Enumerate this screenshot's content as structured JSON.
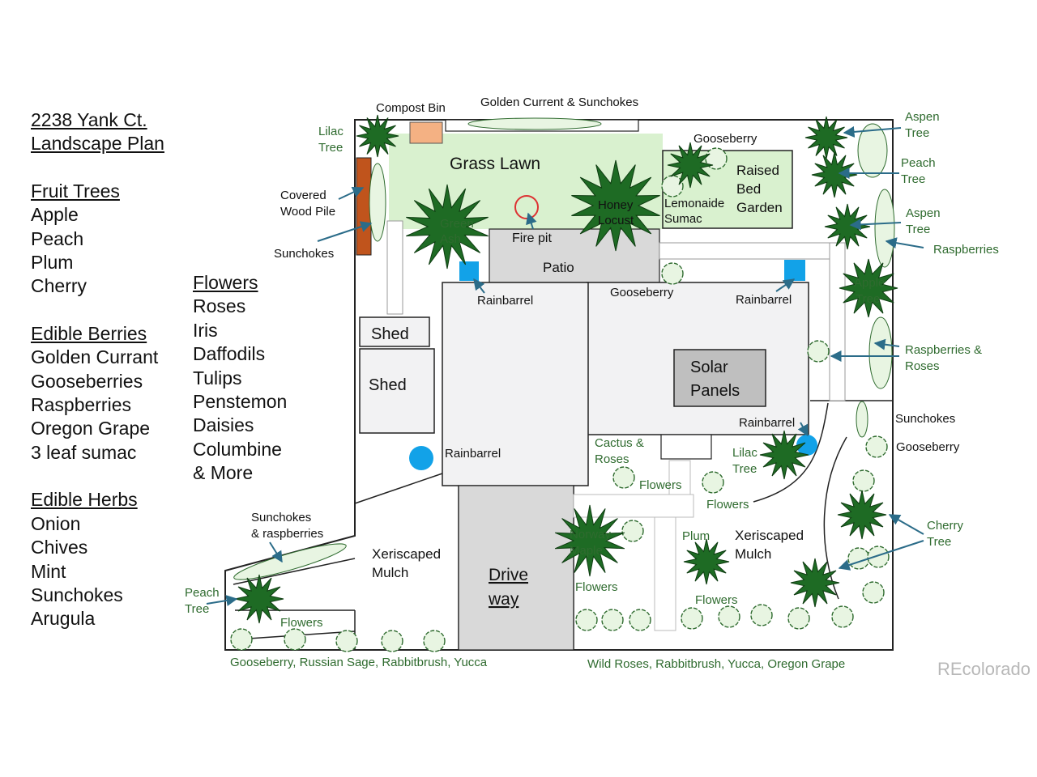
{
  "legend": {
    "title_line1": "2238 Yank Ct.",
    "title_line2": "Landscape Plan",
    "fruit_trees": {
      "heading": "Fruit Trees",
      "items": [
        "Apple",
        "Peach",
        "Plum",
        "Cherry"
      ]
    },
    "edible_berries": {
      "heading": "Edible Berries",
      "items": [
        "Golden Currant",
        "Gooseberries",
        "Raspberries",
        "Oregon Grape",
        "3 leaf sumac"
      ]
    },
    "edible_herbs": {
      "heading": "Edible Herbs",
      "items": [
        "Onion",
        "Chives",
        "Mint",
        "Sunchokes",
        "Arugula"
      ]
    },
    "flowers": {
      "heading": "Flowers",
      "items": [
        "Roses",
        "Iris",
        "Daffodils",
        "Tulips",
        "Penstemon",
        "Daisies",
        "Columbine",
        "& More"
      ]
    }
  },
  "map": {
    "compost_bin": "Compost Bin",
    "golden_current": "Golden Current & Sunchokes",
    "lilac_tree_nw": [
      "Lilac",
      "Tree"
    ],
    "covered_wood_pile": [
      "Covered",
      "Wood Pile"
    ],
    "sunchokes_west": "Sunchokes",
    "grass_lawn": "Grass Lawn",
    "green_ash": [
      "Green",
      "Ash"
    ],
    "fire_pit": "Fire pit",
    "honey_locust": [
      "Honey",
      "Locust"
    ],
    "gooseberry_top": "Gooseberry",
    "lemonaide_sumac": [
      "Lemonaide",
      "Sumac"
    ],
    "raised_bed": [
      "Raised",
      "Bed",
      "Garden"
    ],
    "patio": "Patio",
    "rainbarrel": "Rainbarrel",
    "gooseberry_house": "Gooseberry",
    "shed_small": "Shed",
    "shed_large": "Shed",
    "solar_panels": [
      "Solar",
      "Panels"
    ],
    "cactus_roses": [
      "Cactus &",
      "Roses"
    ],
    "lilac_tree_e": [
      "Lilac",
      "Tree"
    ],
    "flowers": "Flowers",
    "aspen_tree": [
      "Aspen",
      "Tree"
    ],
    "peach_tree_ne": [
      "Peach",
      "Tree"
    ],
    "raspberries": "Raspberries",
    "apple_tree": [
      "Apple",
      "Tree"
    ],
    "raspberries_roses": [
      "Raspberries &",
      "Roses"
    ],
    "sunchokes_east": "Sunchokes",
    "gooseberry_east": "Gooseberry",
    "cherry_tree": [
      "Cherry",
      "Tree"
    ],
    "sunchokes_raspberries": [
      "Sunchokes",
      "& raspberries"
    ],
    "peach_tree_sw": [
      "Peach",
      "Tree"
    ],
    "xeriscaped_mulch": [
      "Xeriscaped",
      "Mulch"
    ],
    "driveway": [
      "Drive",
      "way"
    ],
    "norway_maple": [
      "Norway",
      "Maple"
    ],
    "plum": "Plum",
    "bottom_left_plants": "Gooseberry, Russian Sage, Rabbitbrush, Yucca",
    "bottom_right_plants": "Wild Roses, Rabbitbrush, Yucca, Oregon Grape"
  },
  "colors": {
    "lawn": "#d9f1cf",
    "tree": "#1e6b24",
    "shrub_fill": "#e8f5e2",
    "building": "#f2f2f3",
    "patio": "#d9d9d9",
    "barrel": "#12a2e8",
    "arrow": "#2b6c89",
    "woodpile": "#c0541c",
    "compost": "#f4b183"
  },
  "watermark": "REcolorado"
}
